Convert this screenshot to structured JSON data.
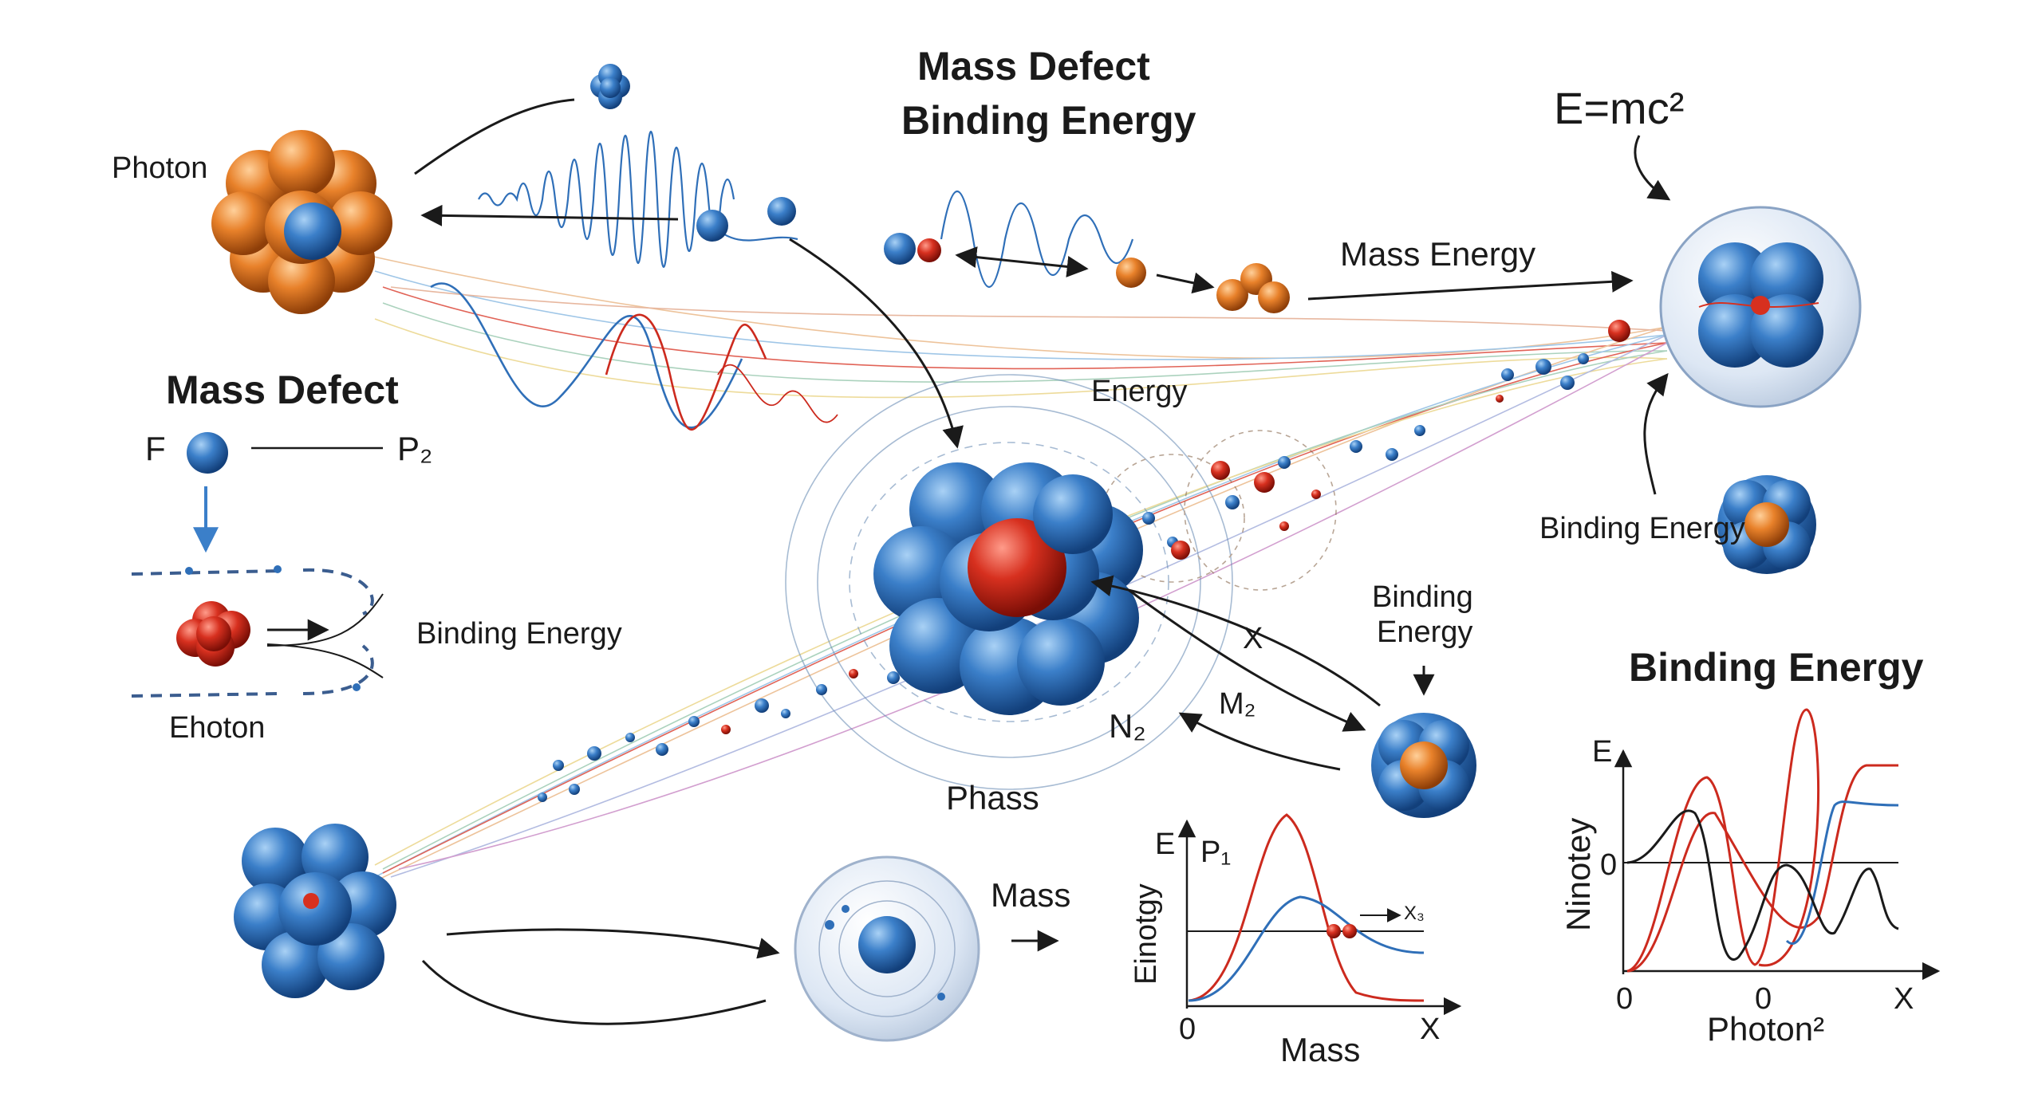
{
  "title": {
    "line1": "Mass Defect",
    "line2": "Binding Energy"
  },
  "labels": {
    "photon": "Photon",
    "emc2": "E=mc²",
    "mass_energy": "Mass Energy",
    "energy": "Energy",
    "mass_defect": "Mass Defect",
    "f": "F",
    "p2": "P₂",
    "binding_energy_left": "Binding Energy",
    "ehoton": "Ehoton",
    "binding_energy_right": "Binding Energy",
    "binding_energy_mid_1": "Binding",
    "binding_energy_mid_2": "Energy",
    "x_mark": "X",
    "m2": "M₂",
    "n2": "N₂",
    "phass": "Phass",
    "mass": "Mass"
  },
  "graph_left": {
    "y_label": "Einotgy",
    "e_label": "E",
    "p1_label": "P₁",
    "x3_label": "X₃",
    "origin": "0",
    "x_end": "X",
    "x_label": "Mass"
  },
  "graph_right": {
    "title": "Binding Energy",
    "e_label": "E",
    "y_label": "Ninotey",
    "zero_y": "0",
    "x_zero_left": "0",
    "x_zero_mid": "0",
    "x_end": "X",
    "x_label": "Photon²"
  },
  "colors": {
    "blue": "#2f6fb8",
    "orange": "#e07a1f",
    "red": "#cc2a1e",
    "dark": "#1a1a1a"
  }
}
